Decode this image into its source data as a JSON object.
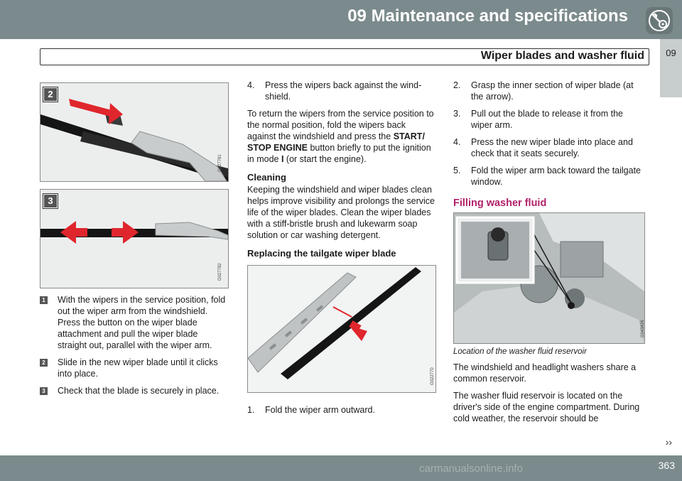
{
  "header": {
    "chapter_title": "09 Maintenance and specifications",
    "section_title": "Wiper blades and washer fluid",
    "chapter_tab": "09"
  },
  "figures": {
    "fig2": {
      "badge": "2",
      "code": "G027781"
    },
    "fig3": {
      "badge": "3",
      "code": "G027782"
    },
    "tailgate": {
      "code": "G022770"
    },
    "reservoir": {
      "code": "G043426",
      "caption": "Location of the washer fluid reservoir"
    }
  },
  "col1": {
    "steps": [
      {
        "marker": "1",
        "text": "With the wipers in the service position, fold out the wiper arm from the wind­shield. Press the button on the wiper blade attachment and pull the wiper blade straight out, parallel with the wiper arm."
      },
      {
        "marker": "2",
        "text": "Slide in the new wiper blade until it clicks into place."
      },
      {
        "marker": "3",
        "text": "Check that the blade is securely in place."
      }
    ]
  },
  "col2": {
    "step4_num": "4.",
    "step4": "Press the wipers back against the wind­shield.",
    "return_p1": "To return the wipers from the service position to the normal position, fold the wipers back against the windshield and press the ",
    "return_bold": "START/ STOP ENGINE",
    "return_p2": " button briefly to put the igni­tion in mode ",
    "return_mode": "I",
    "return_p3": " (or start the engine).",
    "cleaning_heading": "Cleaning",
    "cleaning_text": "Keeping the windshield and wiper blades clean helps improve visibility and prolongs the service life of the wiper blades. Clean the wiper blades with a stiff-bristle brush and lukewarm soap solution or car washing deter­gent.",
    "tailgate_heading": "Replacing the tailgate wiper blade",
    "step1_num": "1.",
    "step1": "Fold the wiper arm outward."
  },
  "col3": {
    "steps": [
      {
        "num": "2.",
        "text": "Grasp the inner section of wiper blade (at the arrow)."
      },
      {
        "num": "3.",
        "text": "Pull out the blade to release it from the wiper arm."
      },
      {
        "num": "4.",
        "text": "Press the new wiper blade into place and check that it seats securely."
      },
      {
        "num": "5.",
        "text": "Fold the wiper arm back toward the tail­gate window."
      }
    ],
    "washer_heading": "Filling washer fluid",
    "washer_p1": "The windshield and headlight washers share a common reservoir.",
    "washer_p2": "The washer fluid reservoir is located on the driver's side of the engine compartment. Dur­ing cold weather, the reservoir should be"
  },
  "footer": {
    "page_number": "363",
    "next_marker": "››",
    "watermark": "carmanualsonline.info"
  },
  "colors": {
    "header_bar": "#7b8a8c",
    "heading_accent": "#b0216a",
    "arrow_red": "#e0262d"
  },
  "icons": [
    "wrench-gear-icon",
    "next-page-icon"
  ]
}
